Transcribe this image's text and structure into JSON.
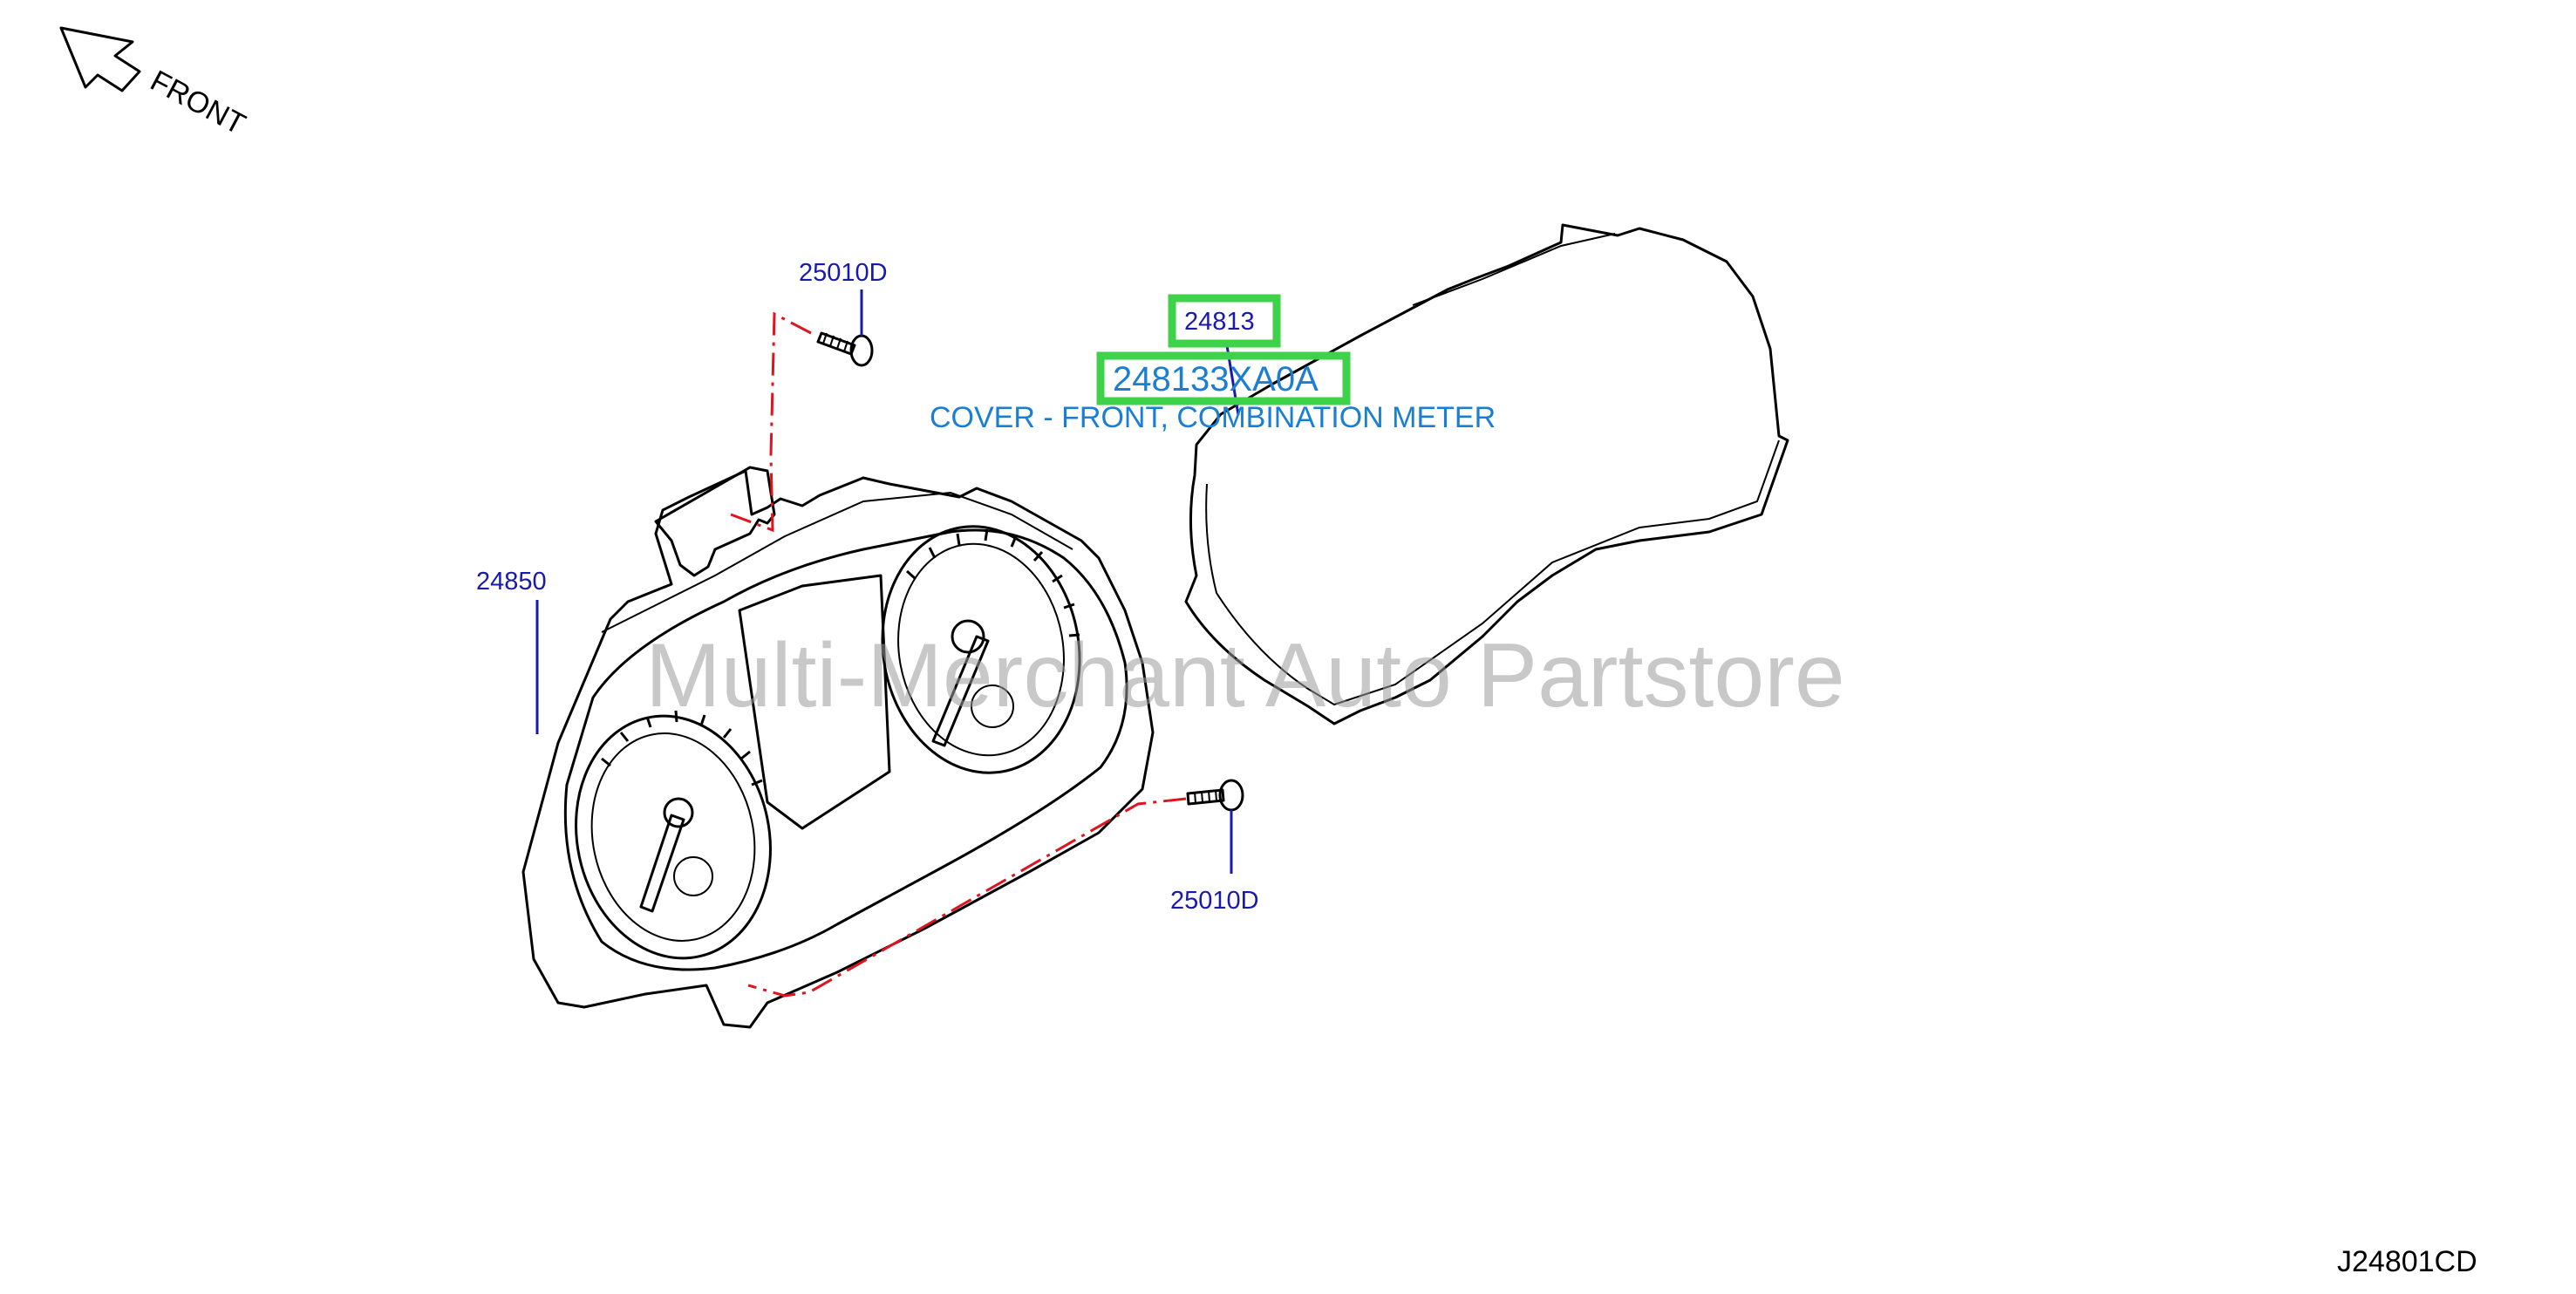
{
  "orientation": {
    "label": "FRONT",
    "icon": "arrow-up-left-icon"
  },
  "callouts": {
    "screw_top": "25010D",
    "screw_bottom": "25010D",
    "meter_assembly": "24850",
    "cover_ref": "24813"
  },
  "highlighted_part": {
    "part_number": "248133XA0A",
    "description": "COVER - FRONT, COMBINATION METER",
    "highlight_color": "#3ed14a"
  },
  "watermark": "Multi-Merchant Auto Partstore",
  "diagram_code": "J24801CD",
  "colors": {
    "callout_text": "#1a1aa8",
    "part_text": "#1a7fd4",
    "dash_line": "#e0141e"
  }
}
